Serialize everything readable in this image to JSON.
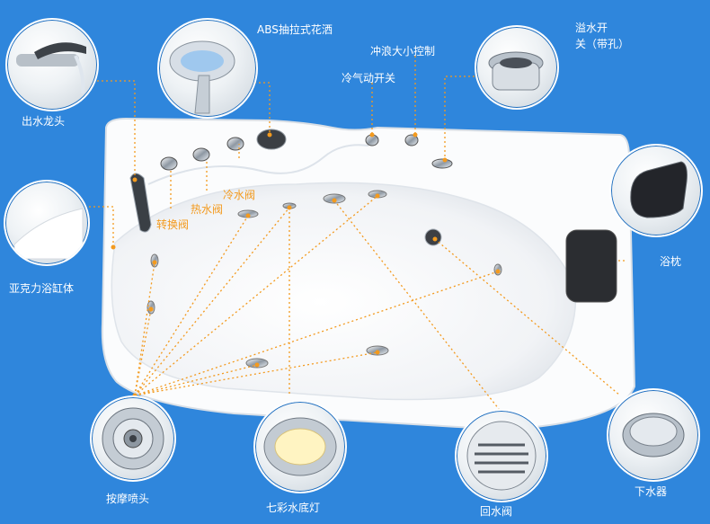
{
  "labels": {
    "faucet": "出水龙头",
    "shower": "ABS抽拉式花洒",
    "jet_switch": "冲浪大小控制",
    "air_switch": "冷气动开关",
    "overflow": "溢水开\n关（带孔）",
    "acrylic": "亚克力浴缸体",
    "cold_valve": "冷水阀",
    "hot_valve": "热水阀",
    "diverter": "转换阀",
    "pillow": "浴枕",
    "massage": "按摩喷头",
    "light": "七彩水底灯",
    "return_valve": "回水阀",
    "drain": "下水器"
  },
  "colors": {
    "background": "#2f86dc",
    "leader": "#f39a1e",
    "label_text": "#ffffff"
  },
  "icons": {
    "faucet": "faucet-icon",
    "shower": "shower-head-icon",
    "overflow": "overflow-valve-icon",
    "acrylic": "acrylic-sample-icon",
    "pillow": "pillow-icon",
    "massage": "jet-nozzle-icon",
    "light": "underwater-light-icon",
    "return_valve": "return-grille-icon",
    "drain": "drain-icon"
  }
}
